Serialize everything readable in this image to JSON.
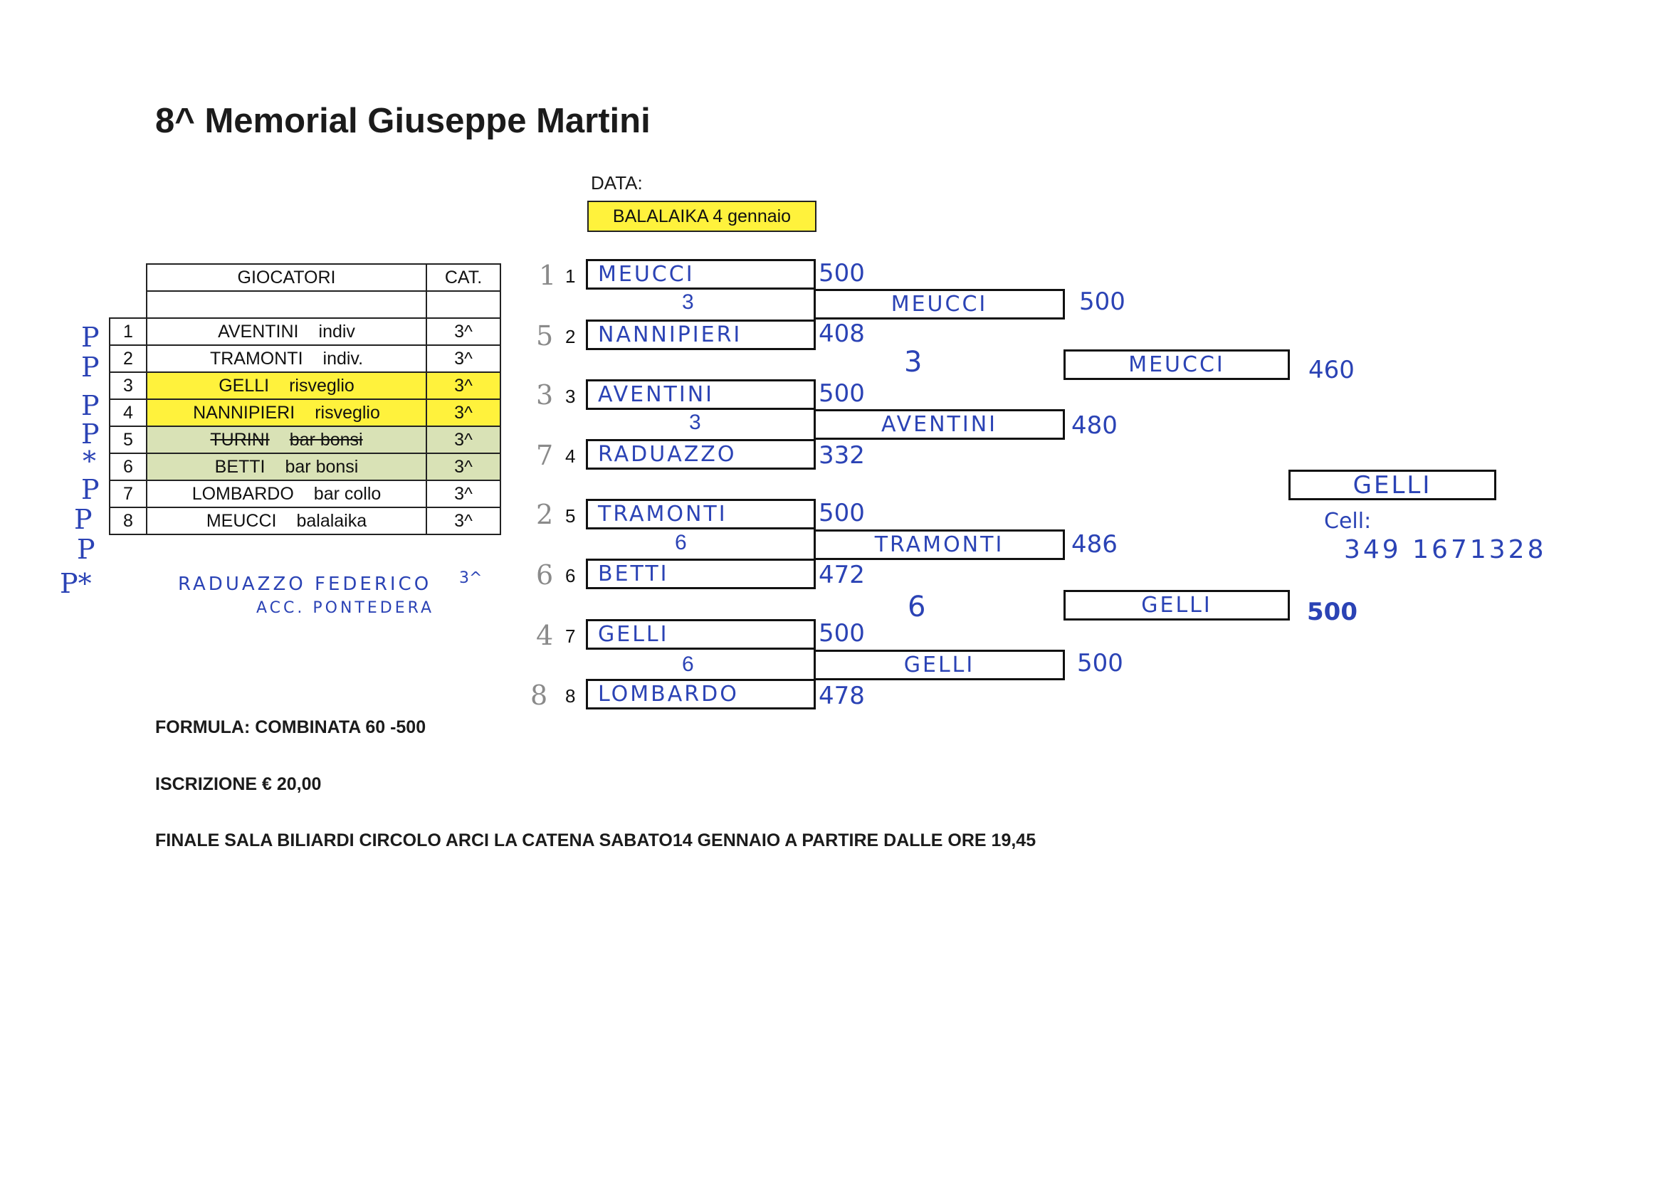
{
  "title": "8^ Memorial Giuseppe Martini",
  "date": {
    "label": "DATA:",
    "value": "BALALAIKA 4 gennaio"
  },
  "table": {
    "col_players": "GIOCATORI",
    "col_cat": "CAT.",
    "rows": [
      {
        "num": "1",
        "name": "AVENTINI",
        "club": "indiv",
        "cat": "3^",
        "mark": "P"
      },
      {
        "num": "2",
        "name": "TRAMONTI",
        "club": "indiv.",
        "cat": "3^",
        "mark": "P"
      },
      {
        "num": "3",
        "name": "GELLI",
        "club": "risveglio",
        "cat": "3^",
        "mark": "P"
      },
      {
        "num": "4",
        "name": "NANNIPIERI",
        "club": "risveglio",
        "cat": "3^",
        "mark": "P"
      },
      {
        "num": "5",
        "name": "TURINI",
        "club": "bar bonsi",
        "cat": "3^",
        "mark": "*"
      },
      {
        "num": "6",
        "name": "BETTI",
        "club": "bar bonsi",
        "cat": "3^",
        "mark": "P"
      },
      {
        "num": "7",
        "name": "LOMBARDO",
        "club": "bar collo",
        "cat": "3^",
        "mark": "P"
      },
      {
        "num": "8",
        "name": "MEUCCI",
        "club": "balalaika",
        "cat": "3^",
        "mark": "P"
      }
    ],
    "extra": {
      "mark": "P*",
      "line1": "RADUAZZO FEDERICO",
      "cat": "3^",
      "line2": "ACC. PONTEDERA"
    }
  },
  "bracket": {
    "round1": [
      {
        "seed": "1",
        "name": "MEUCCI",
        "score": "500",
        "draw": "1"
      },
      {
        "seed": "2",
        "name": "NANNIPIERI",
        "score": "408",
        "draw": "5"
      },
      {
        "seed": "3",
        "name": "AVENTINI",
        "score": "500",
        "draw": "3"
      },
      {
        "seed": "4",
        "name": "RADUAZZO",
        "score": "332",
        "draw": "7"
      },
      {
        "seed": "5",
        "name": "TRAMONTI",
        "score": "500",
        "draw": "2"
      },
      {
        "seed": "6",
        "name": "BETTI",
        "score": "472",
        "draw": "6"
      },
      {
        "seed": "7",
        "name": "GELLI",
        "score": "500",
        "draw": "4"
      },
      {
        "seed": "8",
        "name": "LOMBARDO",
        "score": "478",
        "draw": "8"
      }
    ],
    "round1_table_notes": [
      "3",
      "3",
      "6",
      "6"
    ],
    "round2": [
      {
        "name": "MEUCCI",
        "score": "500"
      },
      {
        "name": "AVENTINI",
        "score": "480"
      },
      {
        "name": "TRAMONTI",
        "score": "486"
      },
      {
        "name": "GELLI",
        "score": "500"
      }
    ],
    "round2_table_notes": [
      "3",
      "6"
    ],
    "round3": [
      {
        "name": "MEUCCI",
        "score": "460"
      },
      {
        "name": "GELLI",
        "score": "500"
      }
    ],
    "winner": {
      "name": "GELLI",
      "phone_label": "Cell:",
      "phone": "349 1671328"
    }
  },
  "info": {
    "formula": "FORMULA:  COMBINATA 60 -500",
    "fee": "ISCRIZIONE € 20,00",
    "final": "FINALE SALA BILIARDI CIRCOLO ARCI LA CATENA SABATO14 GENNAIO A PARTIRE DALLE ORE 19,45"
  }
}
